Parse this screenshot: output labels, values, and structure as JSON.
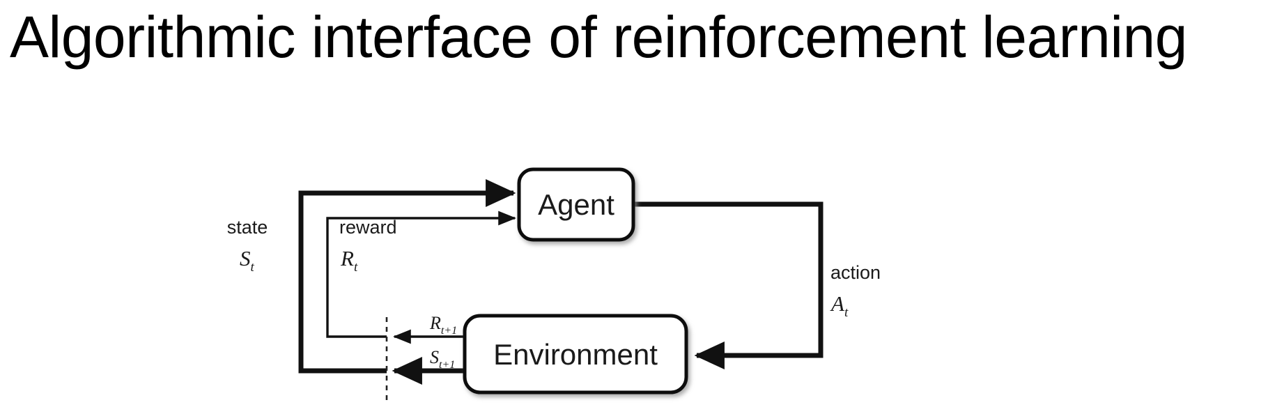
{
  "slide": {
    "title": "Algorithmic interface of reinforcement learning",
    "background_color": "#ffffff",
    "text_color": "#000000"
  },
  "diagram": {
    "name": "agent-environment-interaction-loop",
    "stroke_color": "#1a1a1a",
    "fill_color": "#ffffff",
    "nodes": [
      {
        "id": "agent",
        "label": "Agent"
      },
      {
        "id": "environment",
        "label": "Environment"
      }
    ],
    "edges": [
      {
        "id": "state-feedback",
        "from": "environment",
        "to": "agent",
        "label": "state",
        "symbol": "S",
        "symbol_subscript": "t",
        "arrow_symbol": "S",
        "arrow_subscript": "t+1",
        "style": "thick"
      },
      {
        "id": "reward-feedback",
        "from": "environment",
        "to": "agent",
        "label": "reward",
        "symbol": "R",
        "symbol_subscript": "t",
        "arrow_symbol": "R",
        "arrow_subscript": "t+1",
        "style": "thin"
      },
      {
        "id": "action-forward",
        "from": "agent",
        "to": "environment",
        "label": "action",
        "symbol": "A",
        "symbol_subscript": "t",
        "style": "thick"
      }
    ],
    "time_boundary": {
      "id": "time-step-divider",
      "style": "dashed-vertical"
    }
  }
}
